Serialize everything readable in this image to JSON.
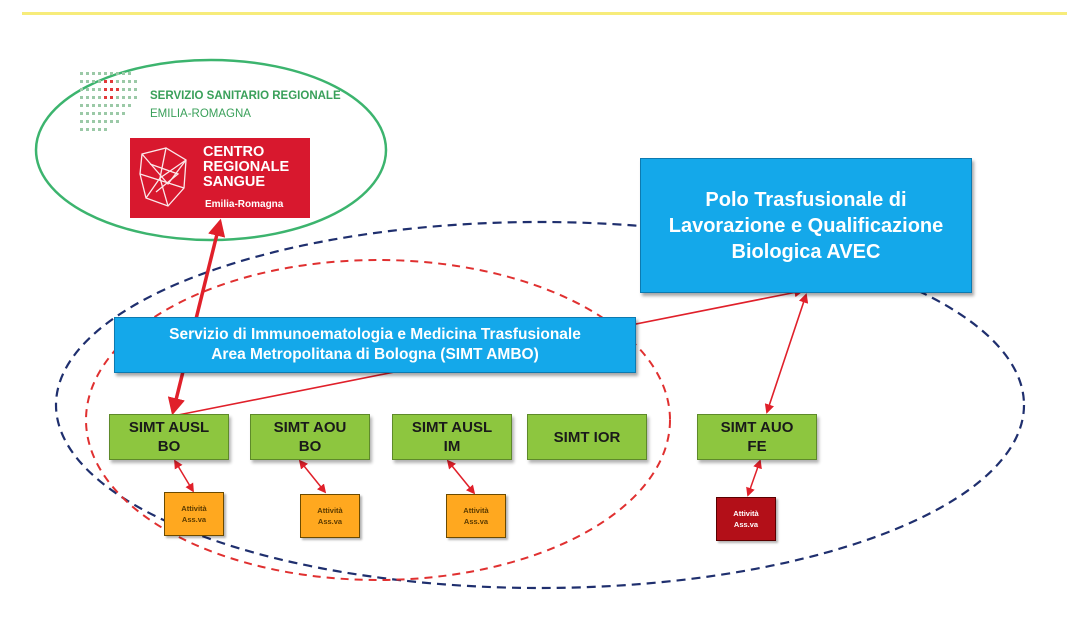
{
  "logo": {
    "ssr_line1": "SERVIZIO SANITARIO REGIONALE",
    "ssr_line2": "EMILIA-ROMAGNA",
    "crs_lines": [
      "CENTRO",
      "REGIONALE",
      "SANGUE"
    ],
    "crs_region": "Emilia-Romagna"
  },
  "polo": {
    "text": "Polo Trasfusionale di Lavorazione e Qualificazione Biologica AVEC"
  },
  "simt_ambo": {
    "line1": "Servizio di Immunoematologia  e Medicina Trasfusionale",
    "line2": "Area Metropolitana di Bologna (SIMT AMBO)"
  },
  "units": [
    {
      "line1": "SIMT AUSL",
      "line2": "BO"
    },
    {
      "line1": "SIMT AOU",
      "line2": "BO"
    },
    {
      "line1": "SIMT AUSL",
      "line2": "IM"
    },
    {
      "line1": "SIMT IOR",
      "line2": ""
    },
    {
      "line1": "SIMT AUO",
      "line2": "FE"
    }
  ],
  "activities": [
    {
      "line1": "Attività",
      "line2": "Ass.va"
    },
    {
      "line1": "Attività",
      "line2": "Ass.va"
    },
    {
      "line1": "Attività",
      "line2": "Ass.va"
    },
    {
      "line1": "Attività",
      "line2": "Ass.va"
    }
  ],
  "colors": {
    "green_ellipse": "#3cb46e",
    "navy_dashed": "#1f2f6e",
    "red_dashed": "#e03030",
    "arrow_red": "#e0202a",
    "box_blue": "#14a8ea",
    "unit_green": "#8dc63f",
    "activity_orange": "#ffa81f",
    "activity_darkred": "#b30f18",
    "crs_red": "#d8182e"
  }
}
